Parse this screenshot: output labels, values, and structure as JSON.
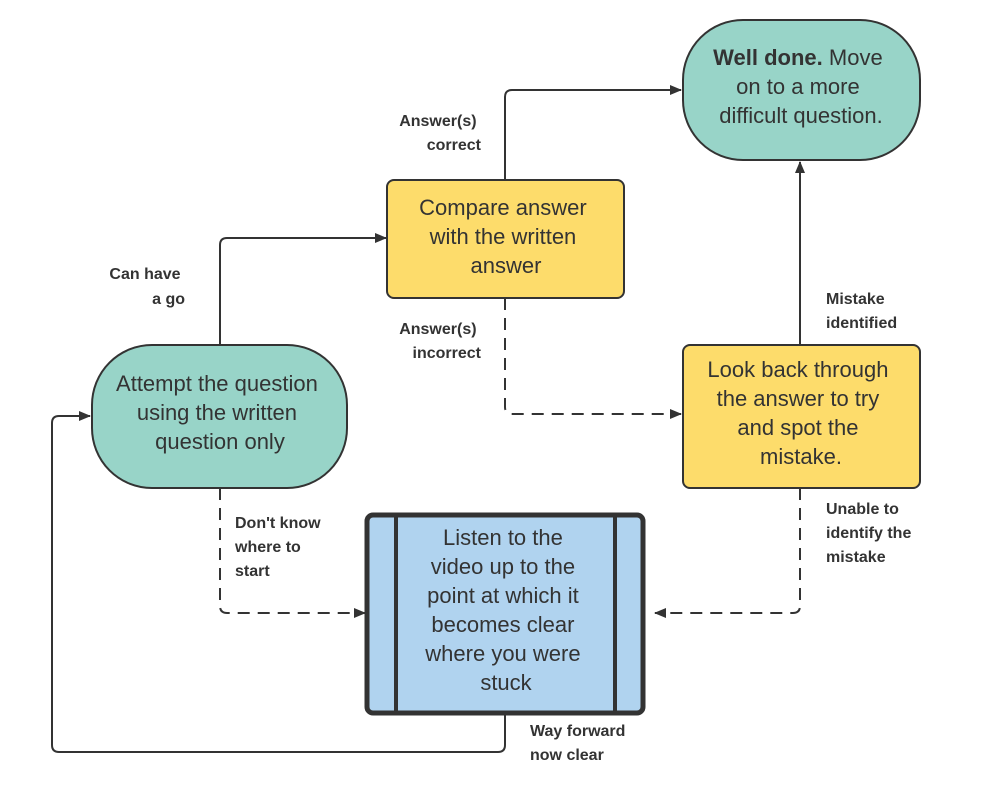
{
  "nodes": {
    "attempt": {
      "lines": [
        "Attempt the question",
        "using the written",
        "question only"
      ]
    },
    "compare": {
      "lines": [
        "Compare answer",
        "with the written",
        "answer"
      ]
    },
    "well_done": {
      "bold": "Well done.",
      "lines": [
        "Move",
        "on to a more",
        "difficult question."
      ]
    },
    "look_back": {
      "lines": [
        "Look back through",
        "the answer to try",
        "and spot the",
        "mistake."
      ]
    },
    "listen": {
      "lines": [
        "Listen to the",
        "video up to the",
        "point at which it",
        "becomes clear",
        "where you were",
        "stuck"
      ]
    }
  },
  "edge_labels": {
    "can_have_a_go": [
      "Can have",
      "a go"
    ],
    "answers_correct": [
      "Answer(s)",
      "correct"
    ],
    "answers_incorrect": [
      "Answer(s)",
      "incorrect"
    ],
    "mistake_identified": [
      "Mistake",
      "identified"
    ],
    "dont_know": [
      "Don't know",
      "where to",
      "start"
    ],
    "unable_to_identify": [
      "Unable to",
      "identify the",
      "mistake"
    ],
    "way_forward": [
      "Way forward",
      "now clear"
    ]
  },
  "colors": {
    "teal": "#98d4c8",
    "yellow": "#fddc6b",
    "blue": "#b0d3ef",
    "line": "#333333"
  }
}
